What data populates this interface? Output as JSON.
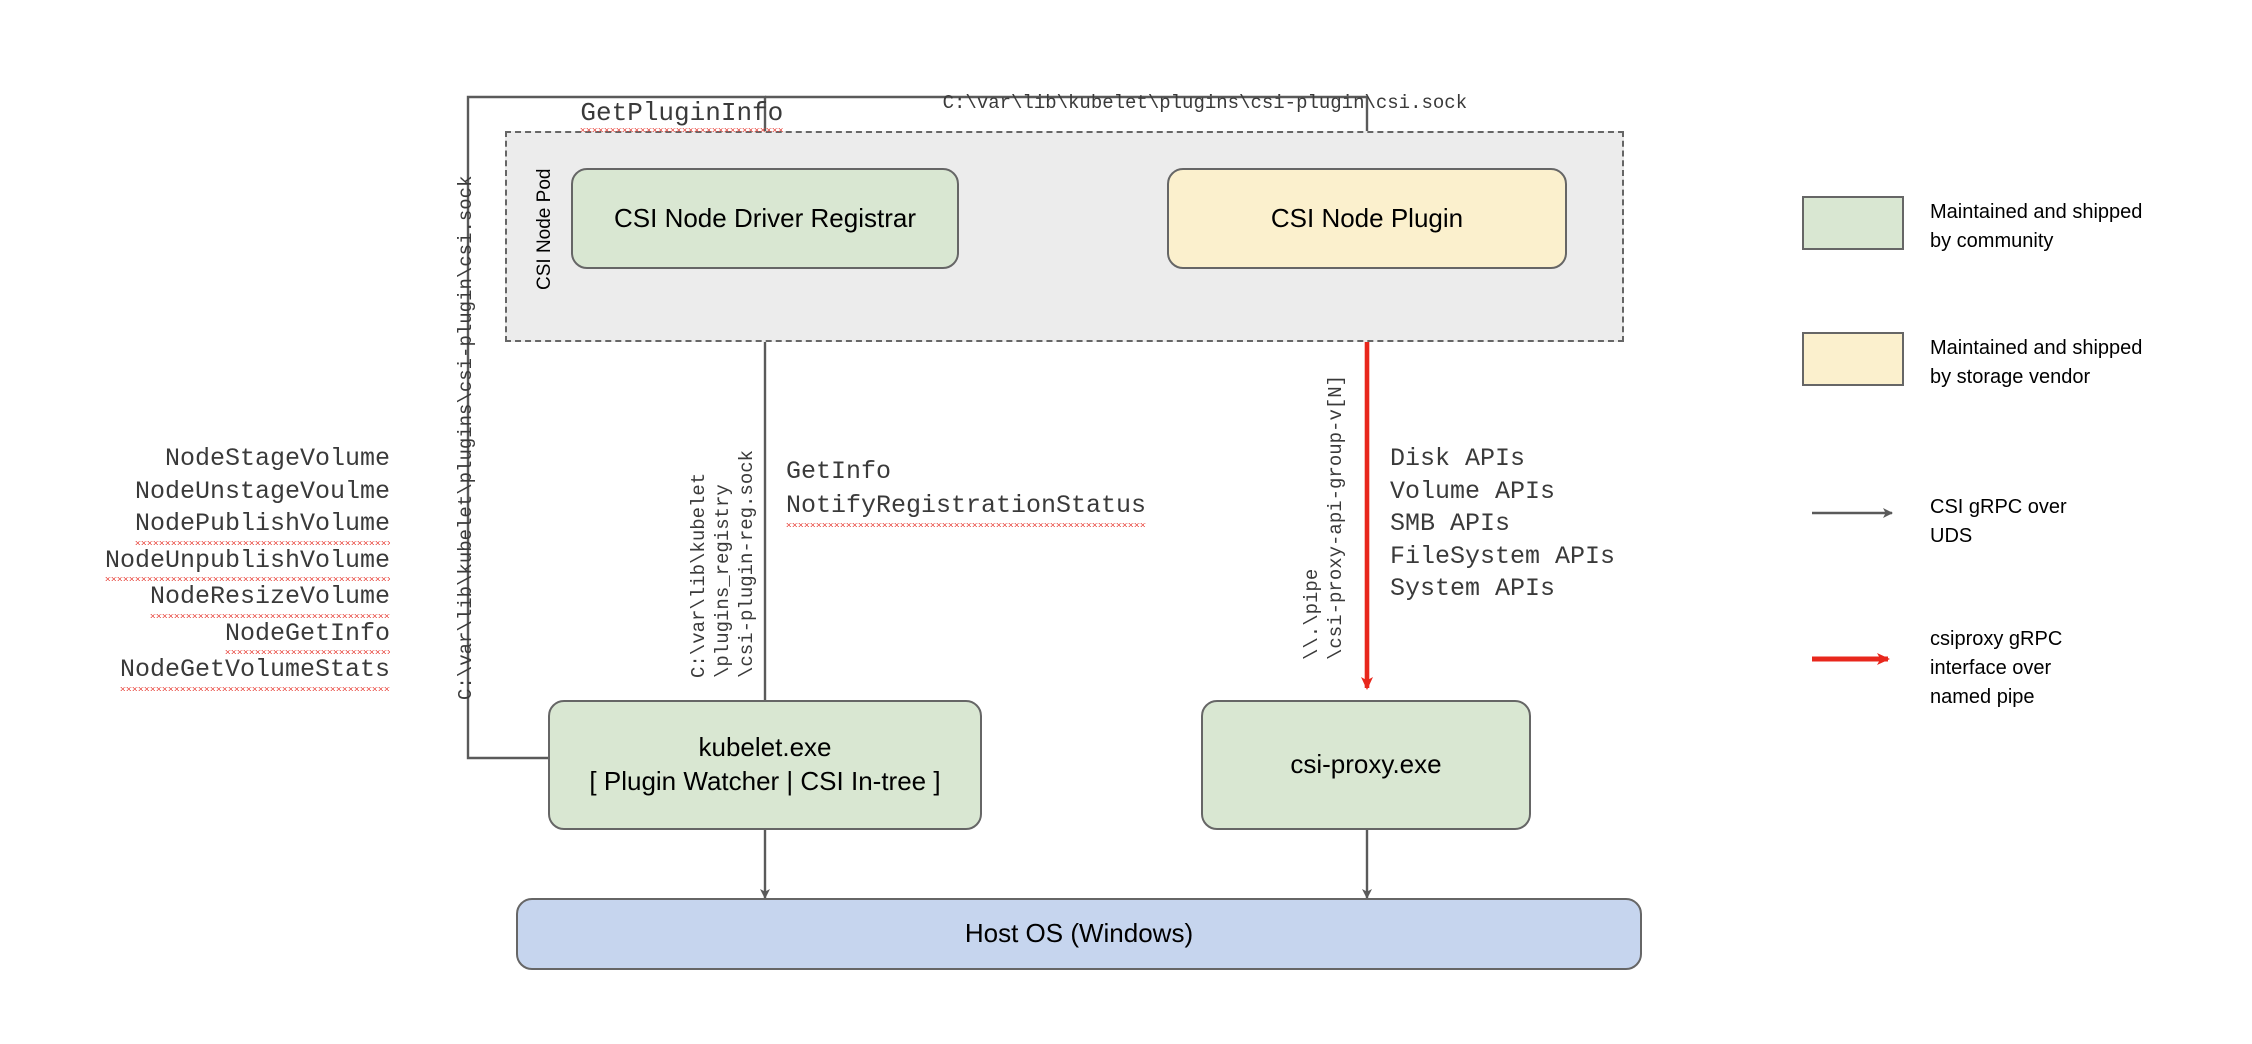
{
  "diagram": {
    "title_labels": {
      "get_plugin_info": "GetPluginInfo",
      "csi_sock_path_top": "C:\\var\\lib\\kubelet\\plugins\\csi-plugin\\csi.sock"
    },
    "pod": {
      "label": "CSI Node Pod"
    },
    "nodes": {
      "driver_registrar": "CSI Node Driver Registrar",
      "node_plugin": "CSI Node Plugin",
      "kubelet_line1": "kubelet.exe",
      "kubelet_line2": "[ Plugin Watcher | CSI In-tree ]",
      "csi_proxy": "csi-proxy.exe",
      "host_os": "Host OS (Windows)"
    },
    "node_apis": [
      "NodeStageVolume",
      "NodeUnstageVoulme",
      "NodePublishVolume",
      "NodeUnpublishVolume",
      "NodeResizeVolume",
      "NodeGetInfo",
      "NodeGetVolumeStats"
    ],
    "node_apis_spellflag": [
      false,
      false,
      true,
      true,
      true,
      true,
      true
    ],
    "proxy_apis": [
      "Disk APIs",
      "Volume APIs",
      "SMB APIs",
      "FileSystem APIs",
      "System APIs"
    ],
    "registration_calls": [
      "GetInfo",
      "NotifyRegistrationStatus"
    ],
    "registration_calls_spellflag": [
      false,
      true
    ],
    "edge_labels": {
      "csi_sock_vertical": "C:\\var\\lib\\kubelet\\plugins\\csi-plugin\\csi.sock",
      "reg_sock_line1": "C:\\var\\lib\\kubelet",
      "reg_sock_line2": "\\plugins_registry",
      "reg_sock_line3": "\\csi-plugin-reg.sock",
      "named_pipe_line1": "\\\\.\\pipe",
      "named_pipe_line2": "\\csi-proxy-api-group-v[N]"
    },
    "legend": {
      "items": [
        {
          "kind": "swatch",
          "color": "#d9e7d2",
          "lines": [
            "Maintained and shipped",
            "by community"
          ]
        },
        {
          "kind": "swatch",
          "color": "#fbf0cd",
          "lines": [
            "Maintained and shipped",
            "by storage vendor"
          ]
        },
        {
          "kind": "arrow",
          "color": "#5a5a5a",
          "lines": [
            "CSI gRPC over",
            "UDS"
          ]
        },
        {
          "kind": "arrow",
          "color": "#e8271c",
          "lines": [
            "csiproxy gRPC",
            "interface over",
            "named pipe"
          ]
        }
      ]
    },
    "colors": {
      "green": "#d9e7d2",
      "yellow": "#fbf0cd",
      "blue": "#c6d5ee",
      "stroke": "#666666",
      "pod_bg": "#ececec",
      "red": "#e8271c",
      "arrow_gray": "#5a5a5a"
    }
  }
}
